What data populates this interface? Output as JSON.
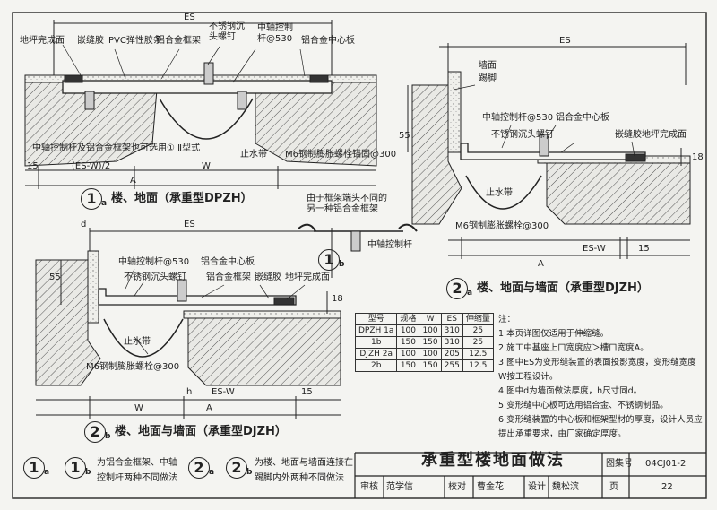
{
  "labels": {
    "es": "ES",
    "floor_finish": "地坪完成面",
    "caulk": "嵌缝胶",
    "pvc_strip": "PVC弹性胶条",
    "al_frame": "铝合金框架",
    "ss_screw_2": "不锈钢沉\n头螺钉",
    "rod_530": "中轴控制\n杆@530",
    "al_center": "铝合金中心板",
    "note_pii": "中轴控制杆及铝合金框架也可选用① Ⅱ型式",
    "waterstop": "止水带",
    "m6_anchor": "M6钢制膨胀螺栓锚固@300",
    "m6_bolt": "M6钢制膨胀螺栓@300",
    "es_w_half": "(ES-W)/2",
    "w": "W",
    "a": "A",
    "dim_15": "15",
    "dim_18": "18",
    "dim_55": "55",
    "dim_d": "d",
    "dim_h": "h",
    "es_w": "ES-W",
    "frame_note": "由于框架端头不同的\n另一种铝合金框架",
    "center_rod": "中轴控制杆",
    "wall": "墙面",
    "skirting": "踢脚",
    "rod_530_2": "中轴控制杆@530",
    "al_center_2": "铝合金中心板",
    "ss_screw": "不锈钢沉头螺钉",
    "caulk_floor": "嵌缝胶地坪完成面",
    "al_center_3": "铝合金中心板",
    "caulk_3": "嵌缝胶",
    "floor_finish_3": "地坪完成面",
    "rod_530_3": "中轴控制杆@530",
    "ss_screw_3": "不锈钢沉头螺钉",
    "al_frame_3": "铝合金框架"
  },
  "captions": {
    "c1a_num": "1",
    "c1a_sub": "a",
    "c1a": "楼、地面（承重型DPZH）",
    "c1b_num": "1",
    "c1b_sub": "b",
    "c2a_num": "2",
    "c2a_sub": "a",
    "c2a": "楼、地面与墙面（承重型DJZH）",
    "c2b_num": "2",
    "c2b_sub": "b",
    "c2b": "楼、地面与墙面（承重型DJZH）"
  },
  "spec_table": {
    "headers": [
      "型号",
      "规格",
      "W",
      "ES",
      "伸缩量"
    ],
    "groups": [
      {
        "model": "DPZH",
        "rows": [
          [
            "1a",
            "100",
            "100",
            "310",
            "25"
          ],
          [
            "1b",
            "150",
            "150",
            "310",
            "25"
          ]
        ]
      },
      {
        "model": "DJZH",
        "rows": [
          [
            "2a",
            "100",
            "100",
            "205",
            "12.5"
          ],
          [
            "2b",
            "150",
            "150",
            "255",
            "12.5"
          ]
        ]
      }
    ]
  },
  "notes": {
    "title": "注：",
    "items": [
      "1.本页详图仅适用于伸缩缝。",
      "2.施工中基座上口宽度应＞槽口宽度A。",
      "3.图中ES为变形缝装置的表面投影宽度，变形缝宽度W按工程设计。",
      "4.图中d为墙面做法厚度，h尺寸同d。",
      "5.变形缝中心板可选用铝合金、不锈钢制品。",
      "6.变形缝装置的中心板和框架型材的厚度，设计人员应提出承重要求，由厂家确定厚度。"
    ]
  },
  "legend": {
    "l1_a": "1",
    "l1_a_sub": "a",
    "l1_b": "1",
    "l1_b_sub": "b",
    "l1_text": "为铝合金框架、中轴\n控制杆两种不同做法",
    "l2_a": "2",
    "l2_a_sub": "a",
    "l2_b": "2",
    "l2_b_sub": "b",
    "l2_text": "为楼、地面与墙面连接在\n踢脚内外两种不同做法"
  },
  "title_block": {
    "title": "承重型楼地面做法",
    "atlas_label": "图集号",
    "atlas_no": "04CJ01-2",
    "review": "审核",
    "reviewer": "范学信",
    "check": "校对",
    "checker": "曹金花",
    "design": "设计",
    "designer": "魏松滨",
    "page_label": "页",
    "page_no": "22"
  }
}
